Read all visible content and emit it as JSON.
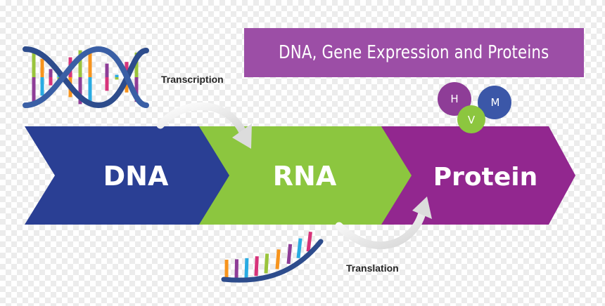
{
  "title": "DNA, Gene Expression and Proteins",
  "stages": [
    {
      "label": "DNA",
      "color": "#2a3f94"
    },
    {
      "label": "RNA",
      "color": "#8cc63f"
    },
    {
      "label": "Protein",
      "color": "#92278f"
    }
  ],
  "processes": {
    "transcription": "Transcription",
    "translation": "Translation"
  },
  "bubbles": [
    {
      "letter": "H",
      "color": "#8e3d97"
    },
    {
      "letter": "V",
      "color": "#8cc63f"
    },
    {
      "letter": "M",
      "color": "#3b57a8"
    }
  ],
  "colors": {
    "title_bg": "#9c4ea6",
    "helix_backbone": "#2d4c8c",
    "curve_arrow": "#e8e8e8"
  }
}
